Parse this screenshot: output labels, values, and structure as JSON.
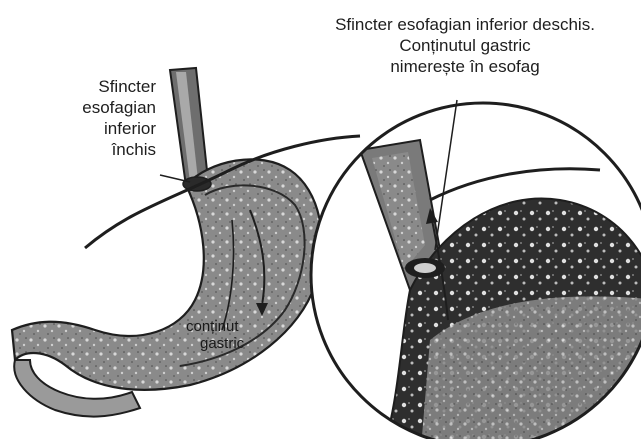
{
  "labels": {
    "top_right": {
      "line1": "Sfincter esofagian inferior deschis.",
      "line2": "Conținutul gastric",
      "line3": "nimerește în esofag"
    },
    "left": {
      "line1": "Sfincter",
      "line2": "esofagian",
      "line3": "inferior",
      "line4": "închis"
    },
    "center": {
      "line1": "conținut",
      "line2": "gastric"
    }
  },
  "colors": {
    "ink": "#1e1e1e",
    "paper": "#ffffff",
    "gray_dark": "#3a3a3a",
    "gray_mid": "#7a7a7a",
    "gray_light": "#bcbcbc"
  }
}
